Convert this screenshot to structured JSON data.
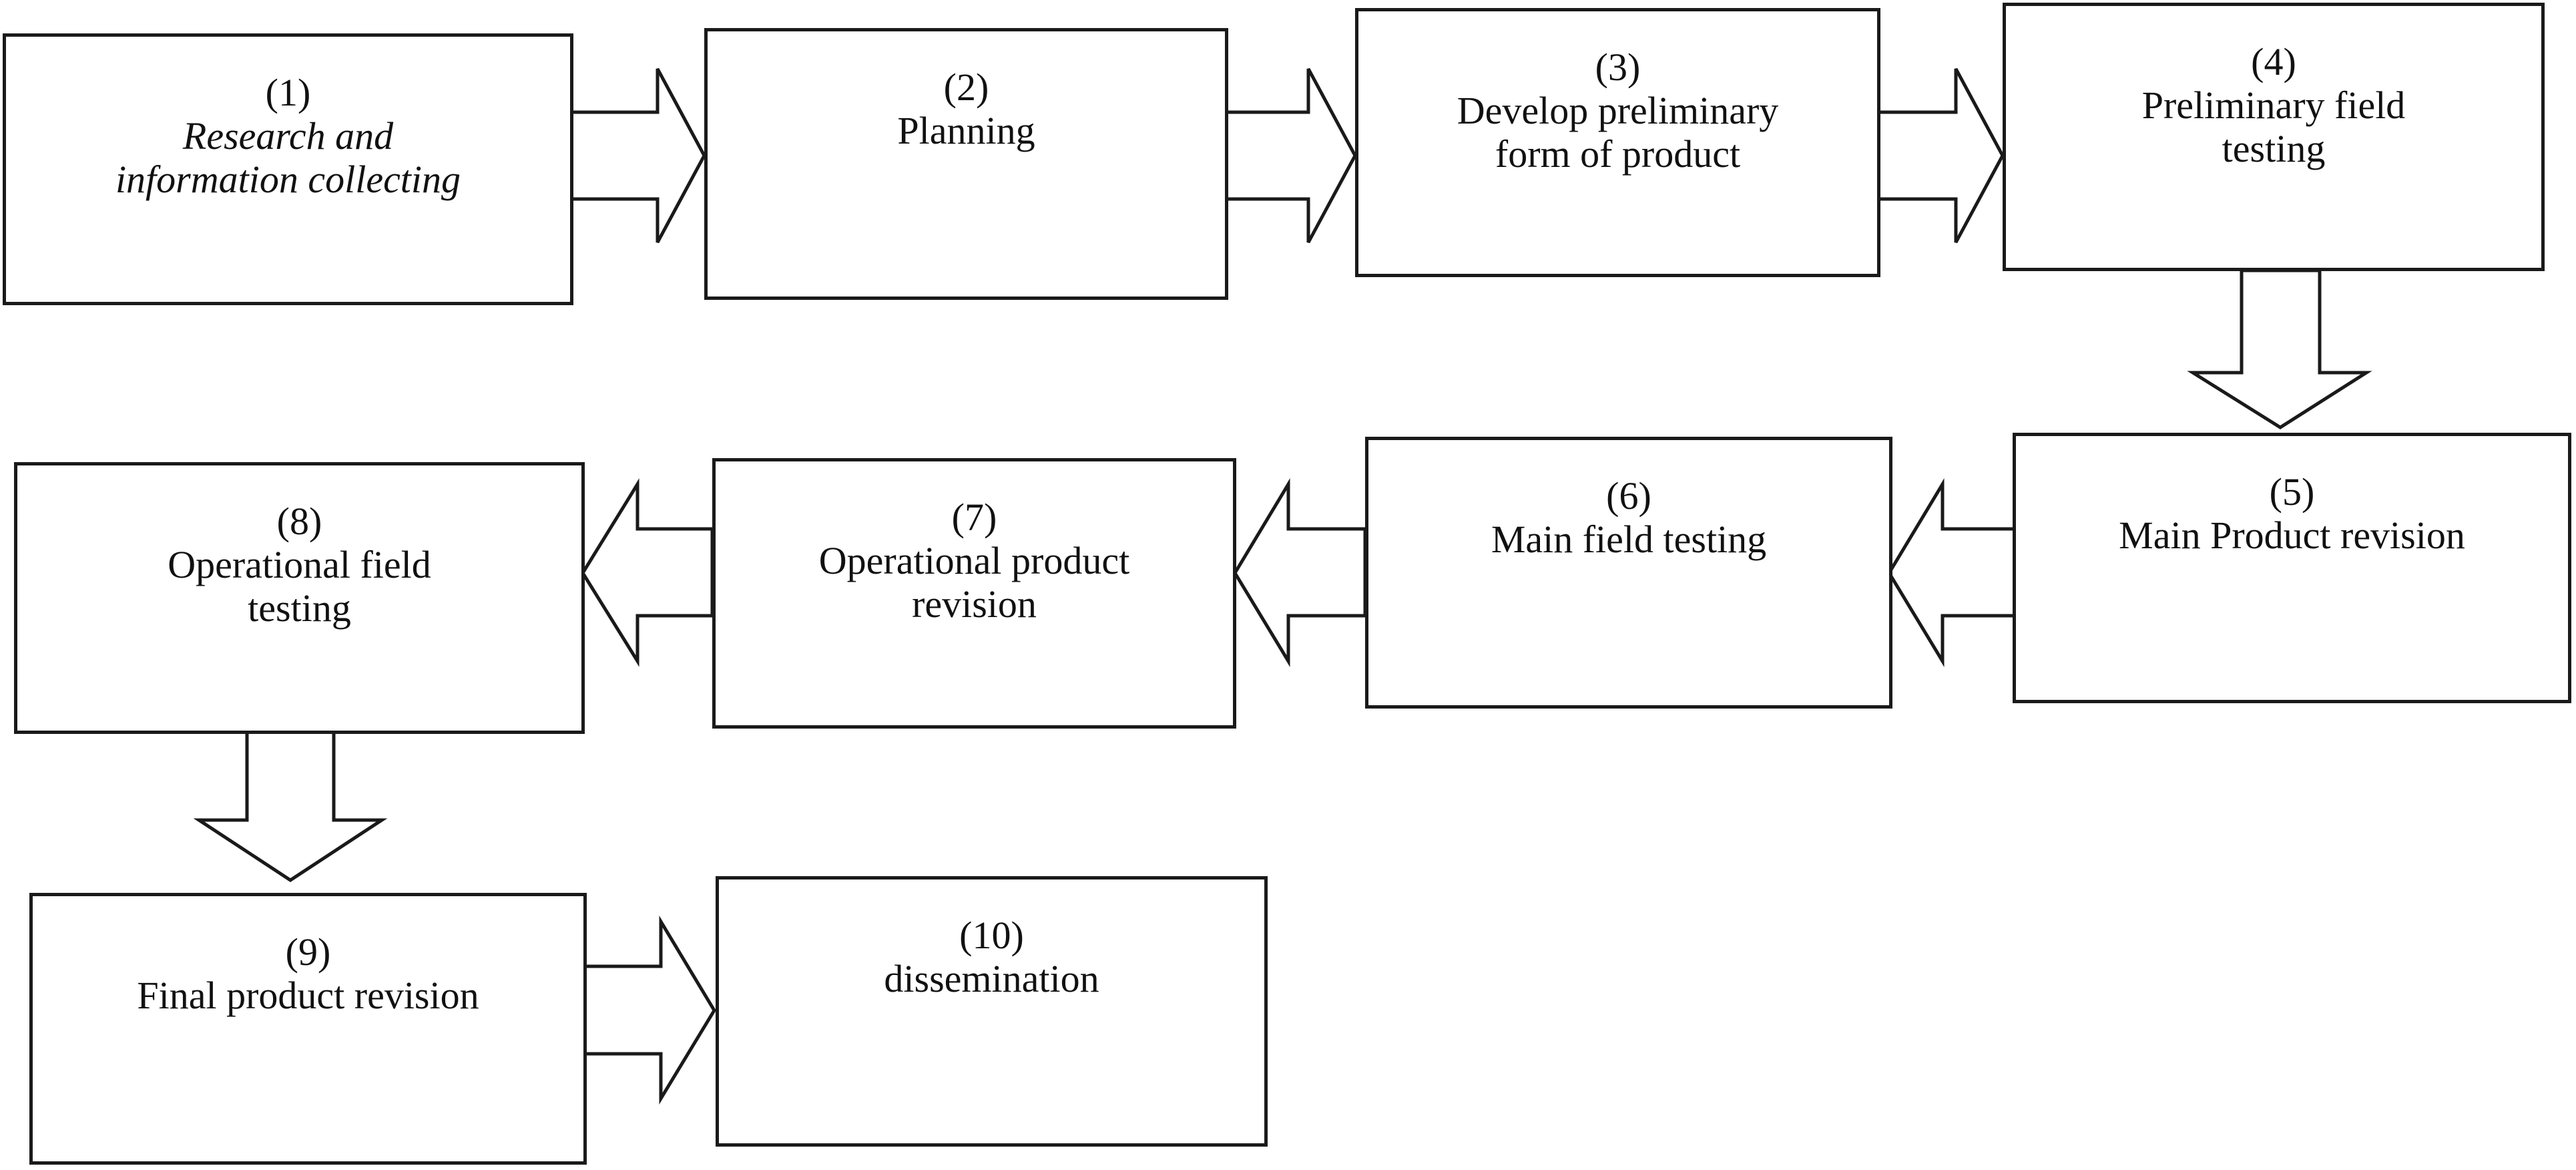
{
  "steps": [
    {
      "id": 1,
      "num": "(1)",
      "lines": [
        "Research and",
        "information collecting"
      ],
      "italic": true
    },
    {
      "id": 2,
      "num": "(2)",
      "lines": [
        "Planning"
      ],
      "italic": false
    },
    {
      "id": 3,
      "num": "(3)",
      "lines": [
        "Develop preliminary",
        "form of product"
      ],
      "italic": false
    },
    {
      "id": 4,
      "num": "(4)",
      "lines": [
        "Preliminary field",
        "testing"
      ],
      "italic": false
    },
    {
      "id": 5,
      "num": "(5)",
      "lines": [
        "Main Product revision"
      ],
      "italic": false
    },
    {
      "id": 6,
      "num": "(6)",
      "lines": [
        "Main field testing"
      ],
      "italic": false
    },
    {
      "id": 7,
      "num": "(7)",
      "lines": [
        "Operational product",
        "revision"
      ],
      "italic": false
    },
    {
      "id": 8,
      "num": "(8)",
      "lines": [
        "Operational field",
        "testing"
      ],
      "italic": false
    },
    {
      "id": 9,
      "num": "(9)",
      "lines": [
        "Final product revision"
      ],
      "italic": false
    },
    {
      "id": 10,
      "num": "(10)",
      "lines": [
        "dissemination"
      ],
      "italic": false
    }
  ],
  "flow": [
    {
      "from": 1,
      "to": 2
    },
    {
      "from": 2,
      "to": 3
    },
    {
      "from": 3,
      "to": 4
    },
    {
      "from": 4,
      "to": 5
    },
    {
      "from": 5,
      "to": 6
    },
    {
      "from": 6,
      "to": 7
    },
    {
      "from": 7,
      "to": 8
    },
    {
      "from": 8,
      "to": 9
    },
    {
      "from": 9,
      "to": 10
    }
  ],
  "colors": {
    "line": "#1a1a1a",
    "fill": "#ffffff",
    "text": "#111111"
  }
}
